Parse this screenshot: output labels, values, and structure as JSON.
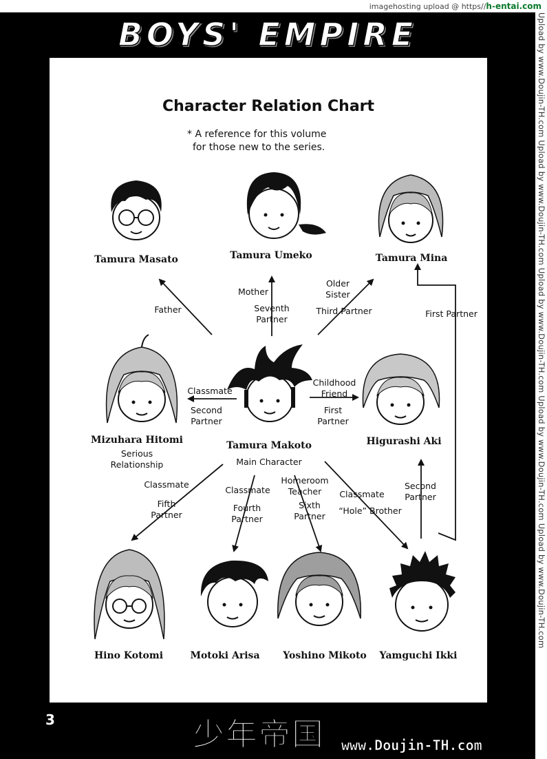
{
  "top_strip": {
    "prefix": "imagehosting upload @ ",
    "https": "https//",
    "host": "h-entai.com"
  },
  "side_watermark": "Upload by www.Doujin-TH.com   Upload by www.Doujin-TH.com   Upload by www.Doujin-TH.com   Upload by www.Doujin-TH.com   Upload by www.Doujin-TH.com",
  "banner_title": "BOYS' EMPIRE",
  "chart": {
    "title": "Character Relation Chart",
    "note_line1": "* A reference for this volume",
    "note_line2": "for those new to the series."
  },
  "characters": {
    "masato": {
      "name": "Tamura Masato"
    },
    "umeko": {
      "name": "Tamura Umeko"
    },
    "mina": {
      "name": "Tamura Mina"
    },
    "hitomi": {
      "name": "Mizuhara Hitomi",
      "sub1": "Serious",
      "sub2": "Relationship"
    },
    "makoto": {
      "name": "Tamura Makoto",
      "sub1": "Main Character"
    },
    "aki": {
      "name": "Higurashi Aki"
    },
    "kotomi": {
      "name": "Hino Kotomi"
    },
    "arisa": {
      "name": "Motoki Arisa"
    },
    "mikoto": {
      "name": "Yoshino Mikoto"
    },
    "ikki": {
      "name": "Yamguchi Ikki"
    }
  },
  "relations": {
    "father": "Father",
    "mother": "Mother",
    "seventh_1": "Seventh",
    "seventh_2": "Partner",
    "older_1": "Older",
    "older_2": "Sister",
    "third": "Third Partner",
    "first_partner_right": "First Partner",
    "classmate_left": "Classmate",
    "second_1": "Second",
    "second_2": "Partner",
    "childhood_1": "Childhood",
    "childhood_2": "Friend",
    "first_1": "First",
    "first_2": "Partner",
    "classmate_kotomi": "Classmate",
    "fifth_1": "Fifth",
    "fifth_2": "Partner",
    "classmate_arisa": "Classmate",
    "fourth_1": "Fourth",
    "fourth_2": "Partner",
    "homeroom_1": "Homeroom",
    "homeroom_2": "Teacher",
    "sixth_1": "Sixth",
    "sixth_2": "Partner",
    "classmate_ikki": "Classmate",
    "hole_brother": "“Hole” Brother",
    "second_ikki_1": "Second",
    "second_ikki_2": "Partner"
  },
  "footer": {
    "page_number": "3",
    "logo": "少年帝国",
    "watermark": "www.Doujin-TH.com"
  }
}
